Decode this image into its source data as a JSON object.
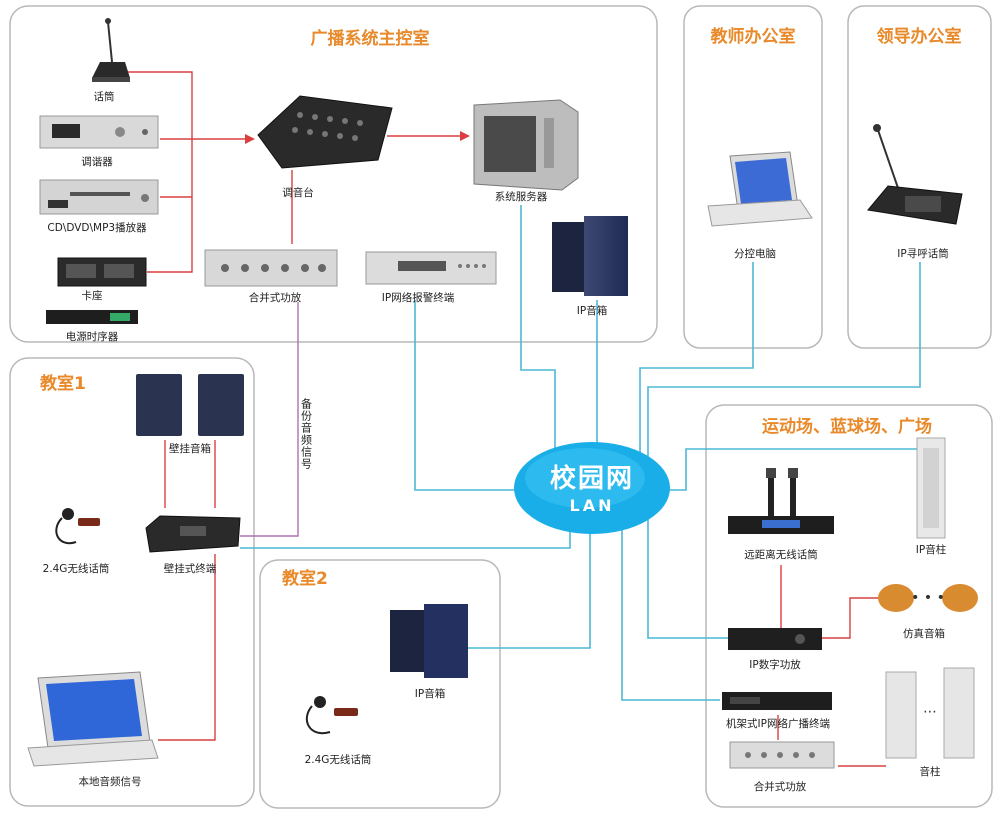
{
  "colors": {
    "accent_title": "#E8892A",
    "room_border": "#B8B8B8",
    "network_line": "#4CB8D6",
    "audio_line": "#D84040",
    "backup_line": "#B070B0",
    "lan_cloud": "#1AAEE8"
  },
  "rooms": {
    "control_room": "广播系统主控室",
    "teacher_office": "教师办公室",
    "leader_office": "领导办公室",
    "classroom1": "教室1",
    "classroom2": "教室2",
    "sports": "运动场、蓝球场、广场"
  },
  "network": {
    "main": "校园网",
    "sub": "LAN"
  },
  "devices": {
    "microphone": "话筒",
    "tuner": "调谐器",
    "cd_player": "CD\\DVD\\MP3播放器",
    "cassette": "卡座",
    "power_sequencer": "电源时序器",
    "mixer": "调音台",
    "server": "系统服务器",
    "combined_amp": "合并式功放",
    "alarm_terminal": "IP网络报警终端",
    "ip_speaker_ctrl": "IP音箱",
    "office_pc": "分控电脑",
    "ip_paging_mic": "IP寻呼话筒",
    "wall_speakers": "壁挂音箱",
    "wireless_mic1": "2.4G无线话筒",
    "wall_terminal": "壁挂式终端",
    "local_audio": "本地音频信号",
    "backup_signal": "备份音频信号",
    "ip_speaker_c2": "IP音箱",
    "wireless_mic2": "2.4G无线话筒",
    "long_range_mic": "远距离无线话筒",
    "ip_column": "IP音柱",
    "ip_digital_amp": "IP数字功放",
    "sim_speaker": "仿真音箱",
    "rack_terminal": "机架式IP网络广播终端",
    "combined_amp2": "合并式功放",
    "column_speaker": "音柱"
  }
}
